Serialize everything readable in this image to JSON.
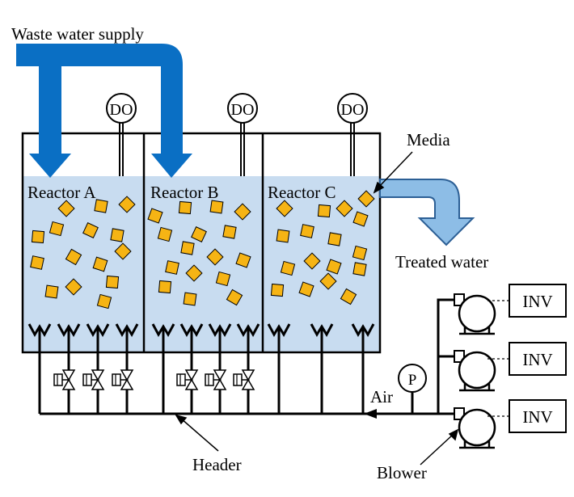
{
  "labels": {
    "supply": "Waste water supply",
    "reactor_a": "Reactor A",
    "reactor_b": "Reactor B",
    "reactor_c": "Reactor C",
    "media": "Media",
    "treated_water": "Treated water",
    "air": "Air",
    "header": "Header",
    "blower": "Blower",
    "pressure": "P",
    "do": "DO",
    "inv": "INV"
  },
  "colors": {
    "supply_arrow": "#0a6fc4",
    "treated_arrow_fill": "#8dbde6",
    "treated_arrow_stroke": "#2c5f95",
    "water": "#c8dcf0",
    "media": "#f6b414"
  },
  "do_sensors": [
    "DO",
    "DO",
    "DO"
  ],
  "inverters": [
    "INV",
    "INV",
    "INV"
  ]
}
